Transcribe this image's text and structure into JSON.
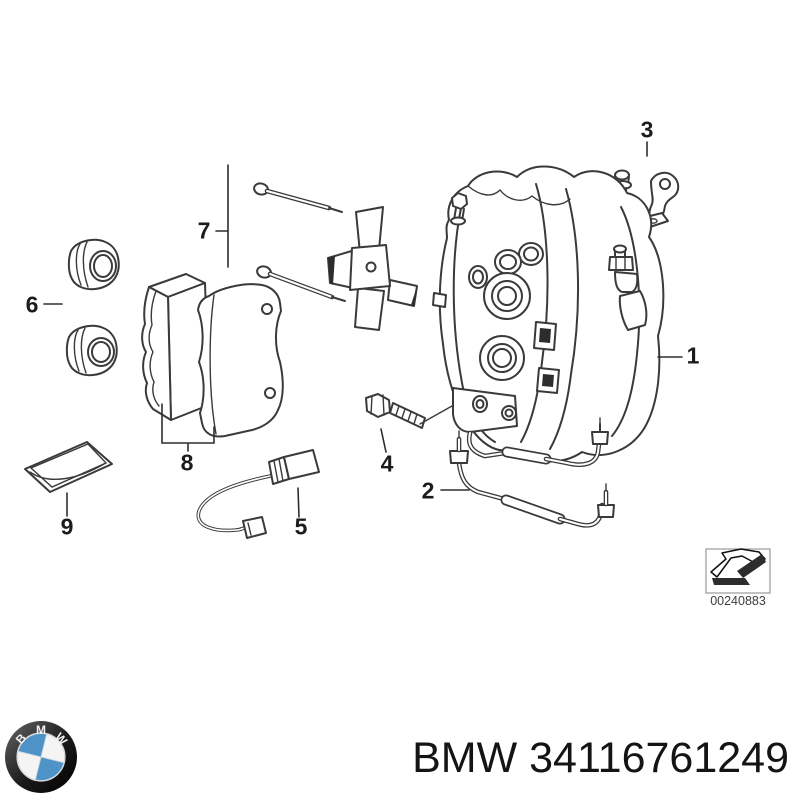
{
  "diagram": {
    "drawing_number": "00240883",
    "callouts": [
      {
        "label": "1"
      },
      {
        "label": "2"
      },
      {
        "label": "3"
      },
      {
        "label": "4"
      },
      {
        "label": "5"
      },
      {
        "label": "6"
      },
      {
        "label": "7"
      },
      {
        "label": "8"
      },
      {
        "label": "9"
      }
    ]
  },
  "footer": {
    "title": "BMW 34116761249",
    "logo_letters": [
      "B",
      "M",
      "W"
    ]
  },
  "colors": {
    "line": "#3a3a3a",
    "label": "#1c1c1c",
    "bmw_blue": "#4e93c7",
    "background": "#ffffff"
  }
}
